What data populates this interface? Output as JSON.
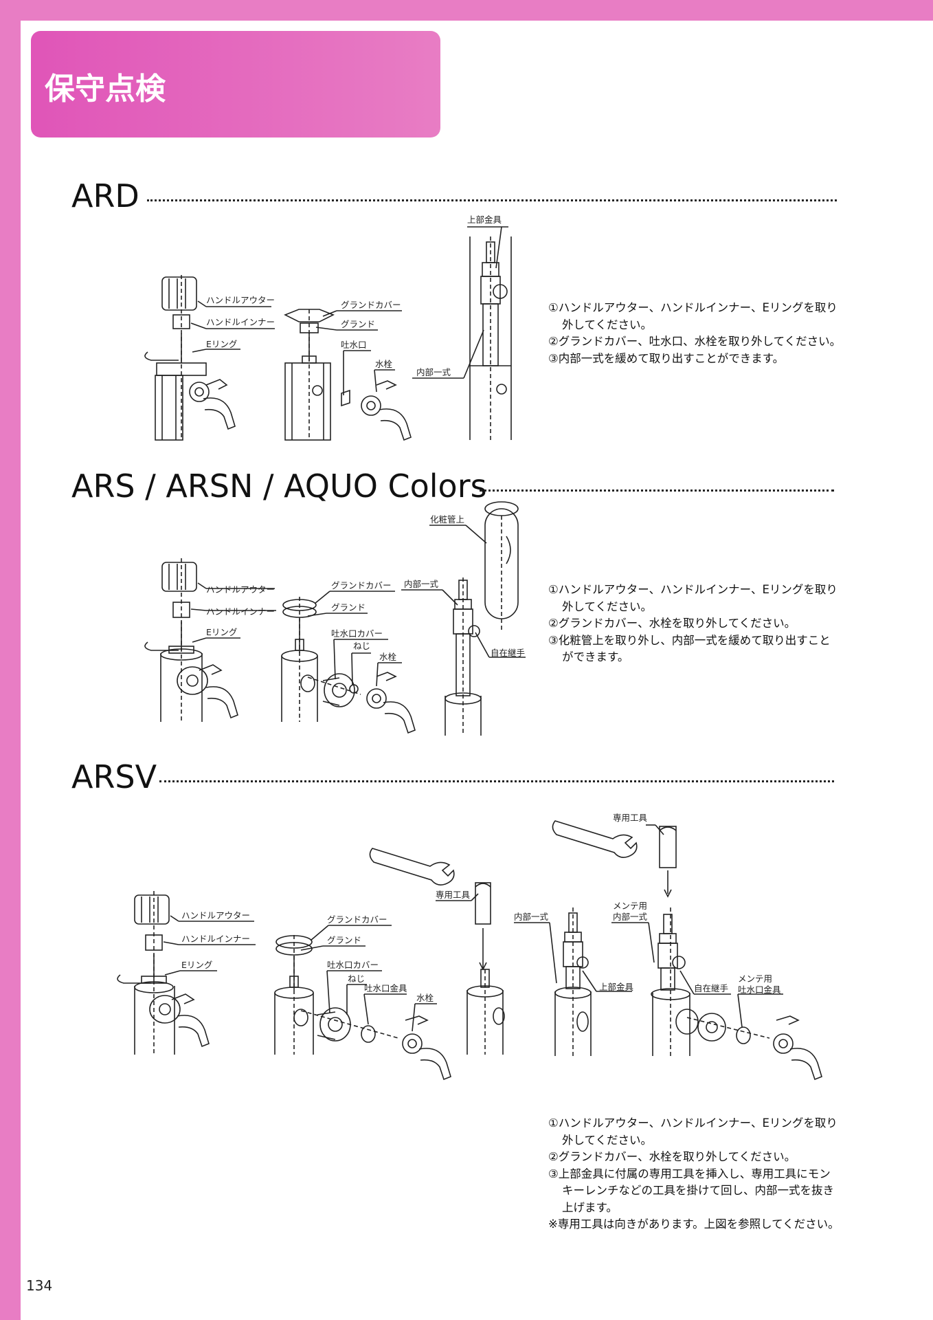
{
  "header": {
    "title": "保守点検"
  },
  "sections": [
    {
      "heading": "ARD",
      "labels": {
        "handle_outer": "ハンドルアウター",
        "handle_inner": "ハンドルインナー",
        "e_ring": "Eリング",
        "gland_cover": "グランドカバー",
        "gland": "グランド",
        "spout": "吐水口",
        "faucet": "水栓",
        "inner_set": "内部一式",
        "upper_fitting": "上部金具"
      },
      "instructions": [
        "①ハンドルアウター、ハンドルインナー、Eリングを取り",
        "外してください。",
        "②グランドカバー、吐水口、水栓を取り外してください。",
        "③内部一式を緩めて取り出すことができます。"
      ]
    },
    {
      "heading": "ARS / ARSN  / AQUO Colors",
      "labels": {
        "handle_outer": "ハンドルアウター",
        "handle_inner": "ハンドルインナー",
        "e_ring": "Eリング",
        "gland_cover": "グランドカバー",
        "gland": "グランド",
        "spout_cover": "吐水口カバー",
        "screw": "ねじ",
        "faucet": "水栓",
        "inner_set": "内部一式",
        "pipe_upper": "化粧管上",
        "joint": "自在継手"
      },
      "instructions": [
        "①ハンドルアウター、ハンドルインナー、Eリングを取り",
        "外してください。",
        "②グランドカバー、水栓を取り外してください。",
        "③化粧管上を取り外し、内部一式を緩めて取り出すこと",
        "ができます。"
      ]
    },
    {
      "heading": "ARSV",
      "labels": {
        "handle_outer": "ハンドルアウター",
        "handle_inner": "ハンドルインナー",
        "e_ring": "Eリング",
        "gland_cover": "グランドカバー",
        "gland": "グランド",
        "spout_cover": "吐水口カバー",
        "screw": "ねじ",
        "spout_fitting": "吐水口金具",
        "faucet": "水栓",
        "special_tool_1": "専用工具",
        "special_tool_2": "専用工具",
        "inner_set": "内部一式",
        "upper_fitting": "上部金具",
        "maint_inner_1": "メンテ用",
        "maint_inner_2": "内部一式",
        "joint": "自在継手",
        "maint_spout_1": "メンテ用",
        "maint_spout_2": "吐水口金具"
      },
      "instructions": [
        "①ハンドルアウター、ハンドルインナー、Eリングを取り",
        "外してください。",
        "②グランドカバー、水栓を取り外してください。",
        "③上部金具に付属の専用工具を挿入し、専用工具にモン",
        "キーレンチなどの工具を掛けて回し、内部一式を抜き",
        "上げます。",
        "※専用工具は向きがあります。上図を参照してください。"
      ]
    }
  ],
  "footer": {
    "page_number": "134"
  }
}
